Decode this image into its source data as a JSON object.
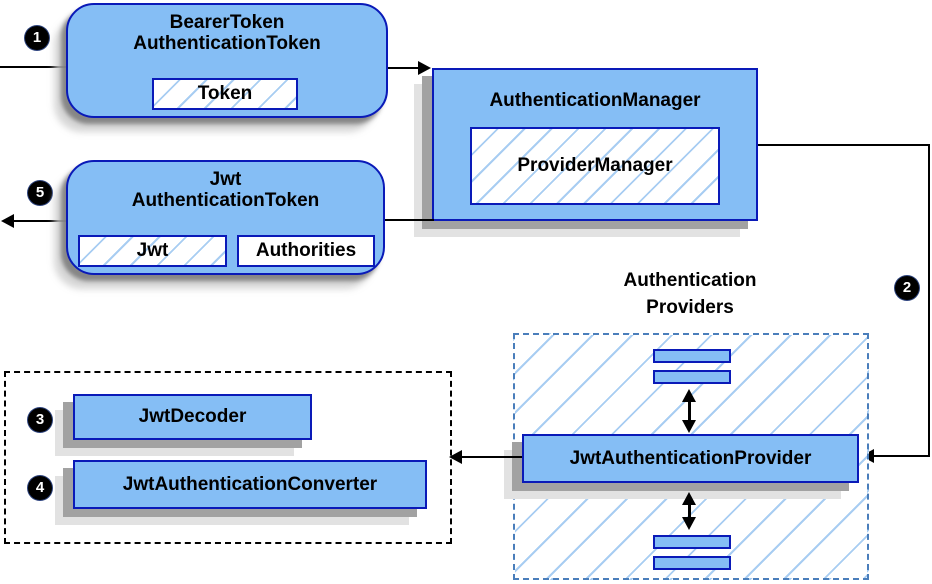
{
  "badges": {
    "one": "1",
    "two": "2",
    "three": "3",
    "four": "4",
    "five": "5"
  },
  "nodes": {
    "bearer_token": {
      "title_line1": "BearerToken",
      "title_line2": "AuthenticationToken",
      "token": "Token"
    },
    "authentication_manager": {
      "title": "AuthenticationManager",
      "provider_manager": "ProviderManager"
    },
    "jwt_authentication_token": {
      "title_line1": "Jwt",
      "title_line2": "AuthenticationToken",
      "jwt": "Jwt",
      "authorities": "Authorities"
    },
    "authentication_providers": {
      "label_line1": "Authentication",
      "label_line2": "Providers",
      "provider": "JwtAuthenticationProvider"
    },
    "converter_group": {
      "jwt_decoder": "JwtDecoder",
      "jwt_authentication_converter": "JwtAuthenticationConverter"
    }
  },
  "colors": {
    "node_fill": "#85bef5",
    "node_border": "#0a1ab8",
    "hatch_line": "#a8cdf2",
    "providers_dash_border": "#4a7ebb",
    "group_dash_border": "#000000",
    "badge_bg": "#000000",
    "badge_text": "#ffffff",
    "arrow": "#000000"
  }
}
